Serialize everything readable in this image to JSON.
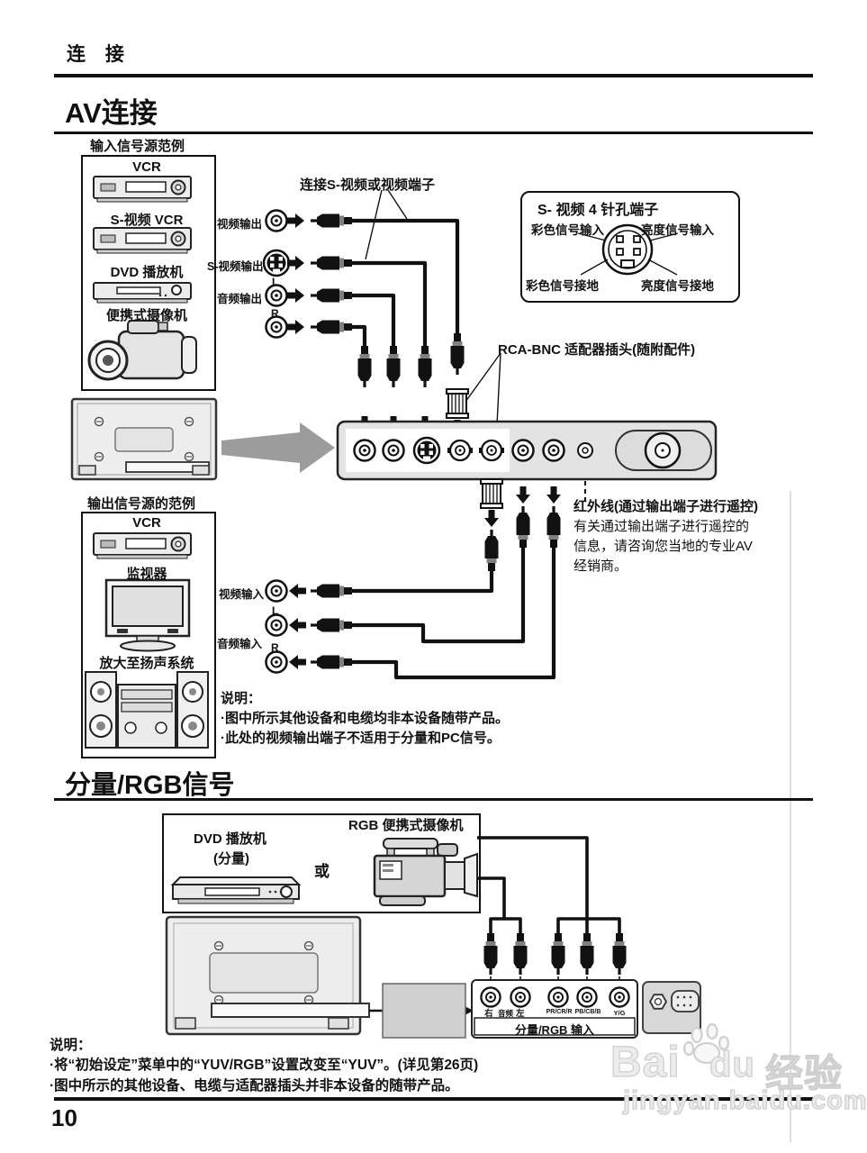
{
  "header": {
    "section_label": "连 接",
    "page_number": "10"
  },
  "av": {
    "title": "AV连接",
    "connect_hint": "连接S-视频或视频端子",
    "input_box": {
      "label": "输入信号源范例",
      "items": [
        "VCR",
        "S-视频 VCR",
        "DVD 播放机",
        "便携式摄像机"
      ]
    },
    "out_jacks": {
      "video": "视频输出",
      "svideo": "S-视频输出",
      "audio": "音频输出",
      "l": "L",
      "r": "R"
    },
    "svideo_box": {
      "title": "S- 视频 4 针孔端子",
      "tl": "彩色信号输入",
      "tr": "亮度信号输入",
      "bl": "彩色信号接地",
      "br": "亮度信号接地"
    },
    "rca_bnc": "RCA-BNC 适配器插头(随附配件)",
    "output_box": {
      "label": "输出信号源的范例",
      "items": [
        "VCR",
        "监视器",
        "放大至扬声系统"
      ]
    },
    "in_jacks": {
      "video": "视频输入",
      "audio": "音频输入",
      "l": "L",
      "r": "R"
    },
    "ir_note": {
      "lead": "红外线",
      "line1": "(通过输出端子进行遥控)",
      "line2": "有关通过输出端子进行遥控的",
      "line3": "信息，请咨询您当地的专业AV",
      "line4": "经销商。"
    },
    "notes": {
      "title": "说明：",
      "items": [
        "·图中所示其他设备和电缆均非本设备随带产品。",
        "·此处的视频输出端子不适用于分量和PC信号。"
      ]
    }
  },
  "component": {
    "title": "分量/RGB信号",
    "sources": {
      "dvd": "DVD 播放机",
      "dvd_sub": "(分量)",
      "or": "或",
      "camcorder": "RGB 便携式摄像机"
    },
    "panel": {
      "right": "右",
      "audio": "音频",
      "left": "左",
      "pr": "PR/CR/R",
      "pb": "PB/CB/B",
      "yg": "Y/G",
      "caption": "分量/RGB 输入"
    },
    "notes": {
      "title": "说明：",
      "items": [
        "·将“初始设定”菜单中的“YUV/RGB”设置改变至“YUV”。(详见第26页)",
        "·图中所示的其他设备、电缆与适配器插头并非本设备的随带产品。"
      ]
    }
  },
  "watermark": {
    "bai": "Bai",
    "du": "du",
    "suffix": "经验",
    "url": "jingyan.baidu.com"
  }
}
